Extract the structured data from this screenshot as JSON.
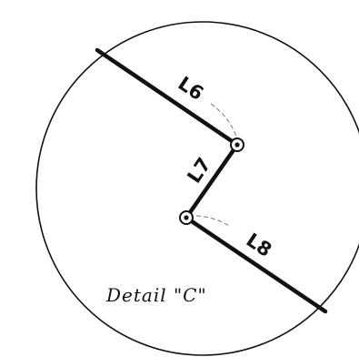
{
  "segments": {
    "l6": "L6",
    "l7": "L7",
    "l8": "L8"
  },
  "caption": "Detail \"C\"",
  "colors": {
    "ink": "#111111",
    "background": "#ffffff"
  }
}
